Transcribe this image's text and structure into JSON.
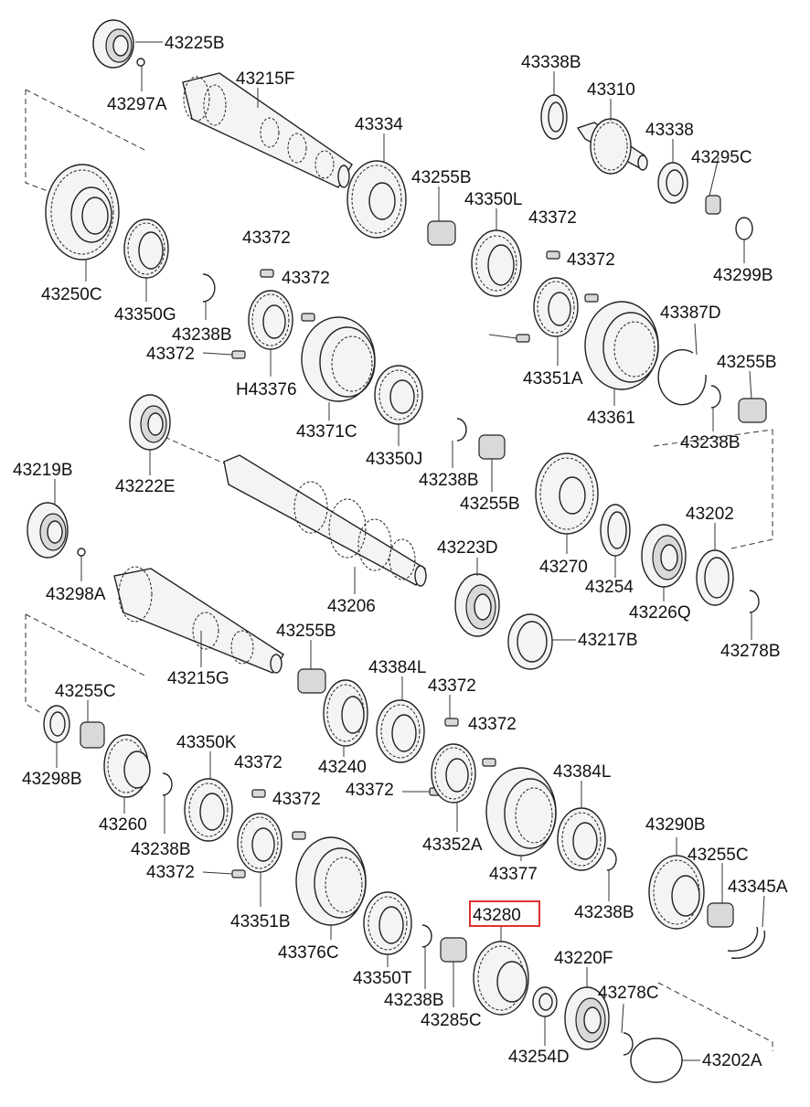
{
  "diagram": {
    "highlight_label": "43280",
    "labels": [
      "43225B",
      "43297A",
      "43215F",
      "43334",
      "43255B",
      "43350L",
      "43372",
      "43372",
      "43338B",
      "43310",
      "43338",
      "43295C",
      "43299B",
      "43250C",
      "43350G",
      "43238B",
      "43372",
      "43372",
      "43372",
      "H43376",
      "43371C",
      "43350J",
      "43238B",
      "43255B",
      "43351A",
      "43361",
      "43387D",
      "43255B",
      "43238B",
      "43219B",
      "43222E",
      "43298A",
      "43206",
      "43223D",
      "43270",
      "43254",
      "43226Q",
      "43202",
      "43278B",
      "43217B",
      "43215G",
      "43255B",
      "43384L",
      "43372",
      "43372",
      "43255C",
      "43298B",
      "43240",
      "43372",
      "43352A",
      "43377",
      "43384L",
      "43350K",
      "43372",
      "43372",
      "43260",
      "43238B",
      "43372",
      "43351B",
      "43376C",
      "43350T",
      "43238B",
      "43285C",
      "43290B",
      "43255C",
      "43345A",
      "43238B",
      "43220F",
      "43278C",
      "43254D",
      "43202A"
    ]
  }
}
